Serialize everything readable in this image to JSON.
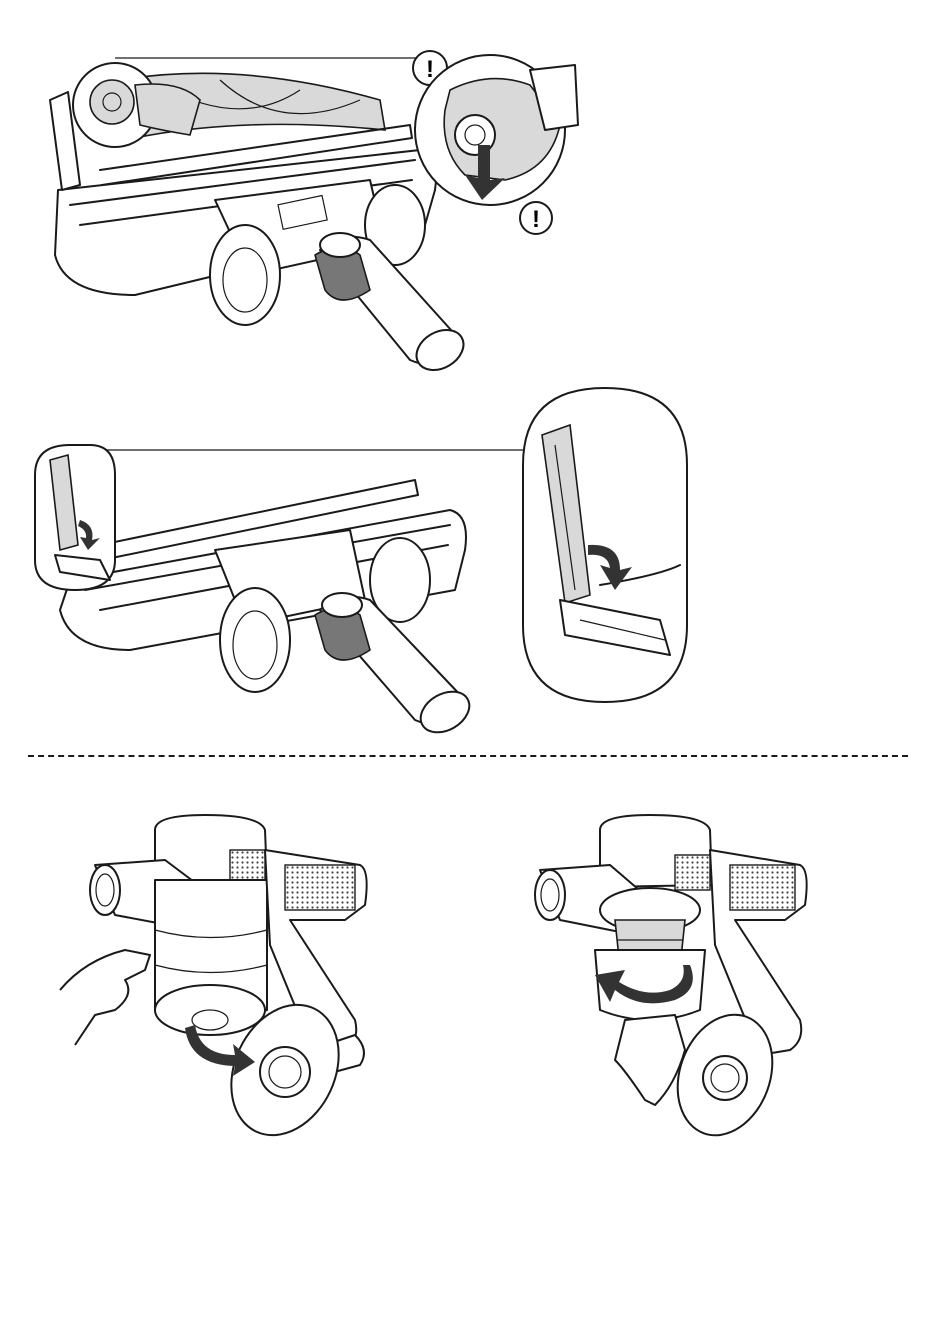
{
  "page": {
    "background": "#ffffff",
    "ink": "#1a1a1a",
    "accent_grey": "#d9d9d9",
    "dark_grey": "#777777"
  },
  "figures": [
    {
      "id": "fig-1",
      "subject": "cleaner-head-brushbar-removal",
      "icons": [
        "warning-icon",
        "warning-icon",
        "down-arrow-icon"
      ]
    },
    {
      "id": "fig-2",
      "subject": "cleaner-head-end-cap-closing",
      "icons": [
        "curved-arrow-icon",
        "curved-arrow-icon"
      ]
    },
    {
      "id": "fig-3",
      "subject": "cyclone-bin-base-opening",
      "icons": [
        "hand-icon",
        "curved-arrow-icon"
      ]
    },
    {
      "id": "fig-4",
      "subject": "bin-twist-release",
      "icons": [
        "hand-icon",
        "rotate-arrow-icon"
      ]
    }
  ],
  "warning_symbol": "!"
}
